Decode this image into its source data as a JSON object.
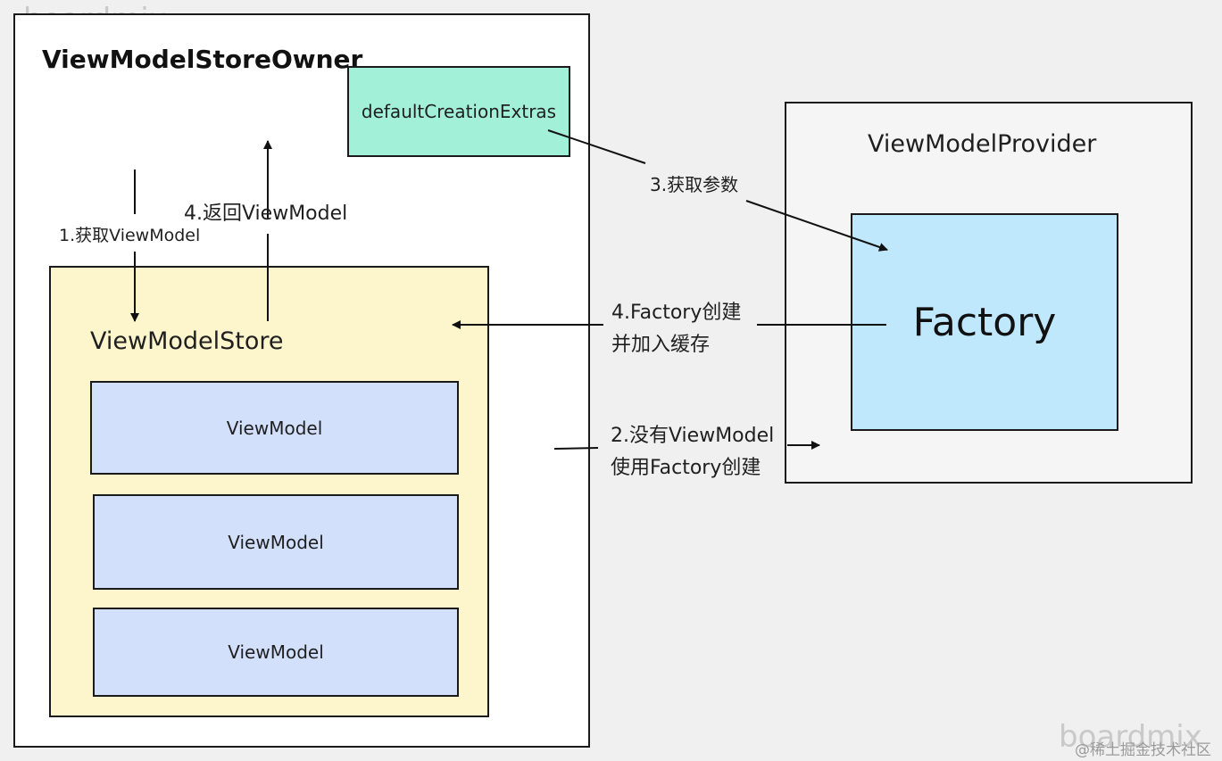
{
  "watermark": {
    "top": "boardmix",
    "bottom": "boardmix",
    "credit": "@稀土掘金技术社区"
  },
  "owner": {
    "title": "ViewModelStoreOwner",
    "extras": "defaultCreationExtras"
  },
  "store": {
    "title": "ViewModelStore",
    "items": [
      "ViewModel",
      "ViewModel",
      "ViewModel"
    ]
  },
  "provider": {
    "title": "ViewModelProvider",
    "factory": "Factory"
  },
  "steps": {
    "get_viewmodel": "1.获取ViewModel",
    "return_viewmodel": "4.返回ViewModel",
    "get_params": "3.获取参数",
    "factory_create_1": "4.Factory创建",
    "factory_create_2": "并加入缓存",
    "no_viewmodel_1": "2.没有ViewModel",
    "no_viewmodel_2": "使用Factory创建"
  },
  "colors": {
    "background": "#f0f0f0",
    "owner_fill": "#ffffff",
    "extras_fill": "#a2f0d8",
    "store_fill": "#fdf6cc",
    "viewmodel_fill": "#d2e0fb",
    "provider_fill": "#f5f5f5",
    "factory_fill": "#bfe8fd"
  }
}
